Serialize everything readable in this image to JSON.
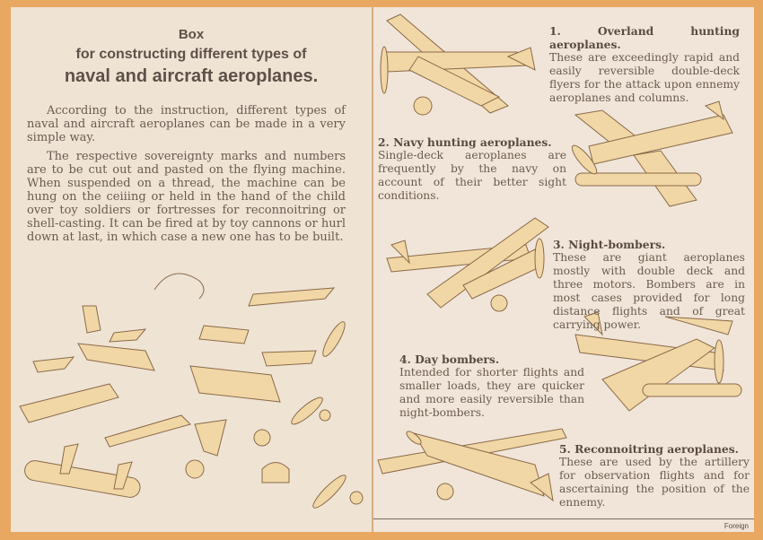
{
  "left_page": {
    "title_line1": "Box",
    "title_line2": "for constructing different types of",
    "title_line3": "naval and aircraft aeroplanes.",
    "paragraphs": [
      "According to the instruction, different types of naval and aircraft aeroplanes can be made in a very simple way.",
      "The respective sovereignty marks and numbers are to be cut out and pasted on the flying machine. When suspended on a thread, the machine can be hung on the ceiiing or held in the hand of the child over toy soldiers or fortresses for reconnoitring or shell-casting. It can be fired at by toy cannons or hurl down at last, in which case a new one has to be built."
    ]
  },
  "right_page": {
    "types": [
      {
        "heading_num": "1.",
        "heading": "Overland hunting aeroplanes.",
        "text": "These are exceedingly rapid and easily reversible double-deck flyers for the attack upon ennemy aeroplanes and columns."
      },
      {
        "heading_num": "2.",
        "heading": "Navy hunting aeroplanes.",
        "text": "Single-deck aeroplanes are frequently by the navy on account of their better sight conditions."
      },
      {
        "heading_num": "3.",
        "heading": "Night-bombers.",
        "text": "These are giant aeroplanes mostly with double deck and three motors. Bombers are in most cases provided for long distance flights and of great carrying power."
      },
      {
        "heading_num": "4.",
        "heading": "Day bombers.",
        "text": "Intended for shorter flights and smaller loads, they are quicker and more easily reversible than night-bombers."
      },
      {
        "heading_num": "5.",
        "heading": "Reconnoitring aeroplanes.",
        "text": "These are used by the artillery for observation flights and for ascertaining the position of the ennemy."
      }
    ],
    "footer": "Foreign"
  },
  "colors": {
    "border": "#e9a862",
    "paper": "#efe3d4",
    "wood": "#f2d7a6",
    "ink": "#6b5a4e"
  }
}
